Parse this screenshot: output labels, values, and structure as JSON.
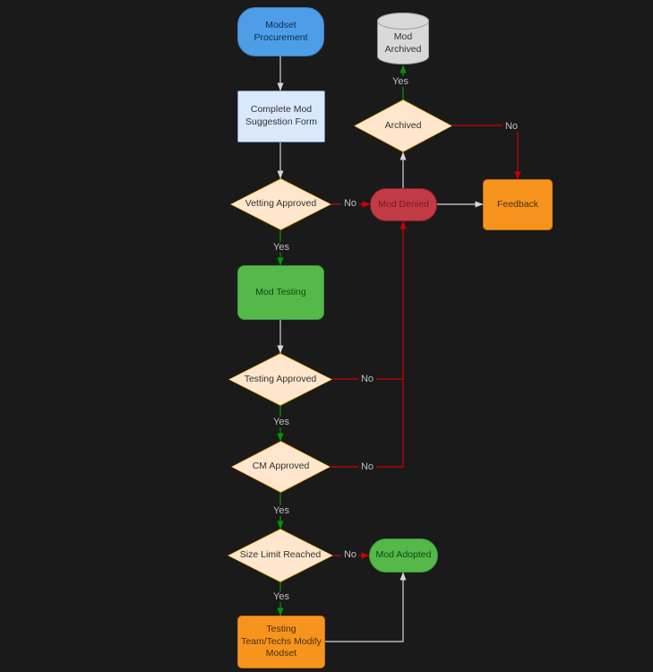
{
  "diagram": {
    "background": "#1a1a1a",
    "nodes": {
      "modset_procurement": {
        "label": "Modset Procurement",
        "type": "start",
        "color": "#4d9ee6"
      },
      "complete_form": {
        "label": "Complete Mod Suggestion Form",
        "type": "process",
        "color": "#dae8fc"
      },
      "vetting_approved": {
        "label": "Vetting Approved",
        "type": "decision",
        "color": "#ffe6cc"
      },
      "mod_testing": {
        "label": "Mod Testing",
        "type": "process",
        "color": "#54b948"
      },
      "testing_approved": {
        "label": "Testing Approved",
        "type": "decision",
        "color": "#ffe6cc"
      },
      "cm_approved": {
        "label": "CM Approved",
        "type": "decision",
        "color": "#ffe6cc"
      },
      "size_limit_reached": {
        "label": "Size Limit Reached",
        "type": "decision",
        "color": "#ffe6cc"
      },
      "testing_team_modify": {
        "label": "Testing Team/Techs Modify Modset",
        "type": "process",
        "color": "#f7941e"
      },
      "mod_adopted": {
        "label": "Mod Adopted",
        "type": "terminal",
        "color": "#54b948"
      },
      "mod_denied": {
        "label": "Mod Denied",
        "type": "terminal",
        "color": "#c23b44"
      },
      "feedback": {
        "label": "Feedback",
        "type": "process",
        "color": "#f7941e"
      },
      "archived_decision": {
        "label": "Archived",
        "type": "decision",
        "color": "#ffe6cc"
      },
      "mod_archived": {
        "label": "Mod Archived",
        "type": "database",
        "color": "#d9d9d9"
      }
    },
    "edge_labels": {
      "vetting_yes": "Yes",
      "vetting_no": "No",
      "archived_yes": "Yes",
      "archived_no": "No",
      "testing_yes": "Yes",
      "testing_no": "No",
      "cm_yes": "Yes",
      "cm_no": "No",
      "size_yes": "Yes",
      "size_no": "No"
    },
    "edge_colors": {
      "default": "#d6d6d6",
      "yes": "#009900",
      "no": "#cc0000"
    }
  }
}
